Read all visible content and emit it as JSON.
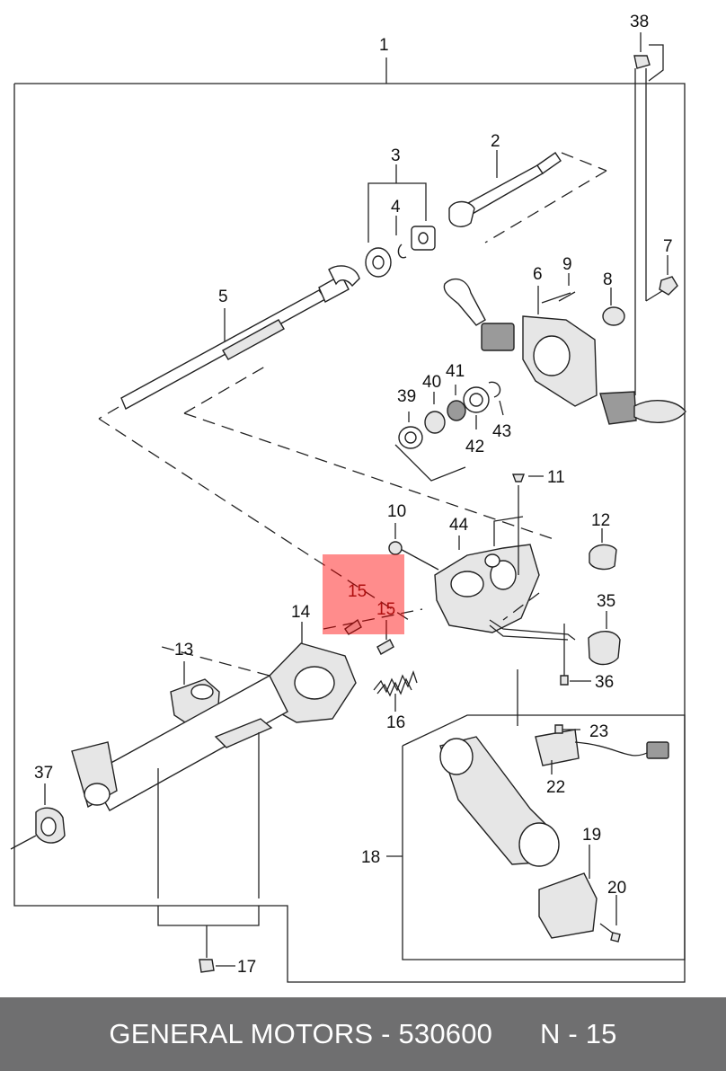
{
  "diagram": {
    "callouts": [
      {
        "id": "c1",
        "text": "1"
      },
      {
        "id": "c2",
        "text": "2"
      },
      {
        "id": "c3",
        "text": "3"
      },
      {
        "id": "c4",
        "text": "4"
      },
      {
        "id": "c5",
        "text": "5"
      },
      {
        "id": "c6",
        "text": "6"
      },
      {
        "id": "c7",
        "text": "7"
      },
      {
        "id": "c8",
        "text": "8"
      },
      {
        "id": "c9",
        "text": "9"
      },
      {
        "id": "c10",
        "text": "10"
      },
      {
        "id": "c11",
        "text": "11"
      },
      {
        "id": "c12",
        "text": "12"
      },
      {
        "id": "c13",
        "text": "13"
      },
      {
        "id": "c14",
        "text": "14"
      },
      {
        "id": "c15a",
        "text": "15"
      },
      {
        "id": "c15b",
        "text": "15"
      },
      {
        "id": "c16",
        "text": "16"
      },
      {
        "id": "c17",
        "text": "17"
      },
      {
        "id": "c18",
        "text": "18"
      },
      {
        "id": "c19",
        "text": "19"
      },
      {
        "id": "c20",
        "text": "20"
      },
      {
        "id": "c22",
        "text": "22"
      },
      {
        "id": "c23",
        "text": "23"
      },
      {
        "id": "c35",
        "text": "35"
      },
      {
        "id": "c36",
        "text": "36"
      },
      {
        "id": "c37",
        "text": "37"
      },
      {
        "id": "c38",
        "text": "38"
      },
      {
        "id": "c39",
        "text": "39"
      },
      {
        "id": "c40",
        "text": "40"
      },
      {
        "id": "c41",
        "text": "41"
      },
      {
        "id": "c42",
        "text": "42"
      },
      {
        "id": "c43",
        "text": "43"
      },
      {
        "id": "c44",
        "text": "44"
      }
    ],
    "highlight_color": "#ff0000",
    "highlight_opacity": 0.45
  },
  "footer": {
    "brand_part": "GENERAL MOTORS - 530600",
    "ref": "N - 15",
    "background": "#6f6f70",
    "text_color": "#ffffff"
  }
}
